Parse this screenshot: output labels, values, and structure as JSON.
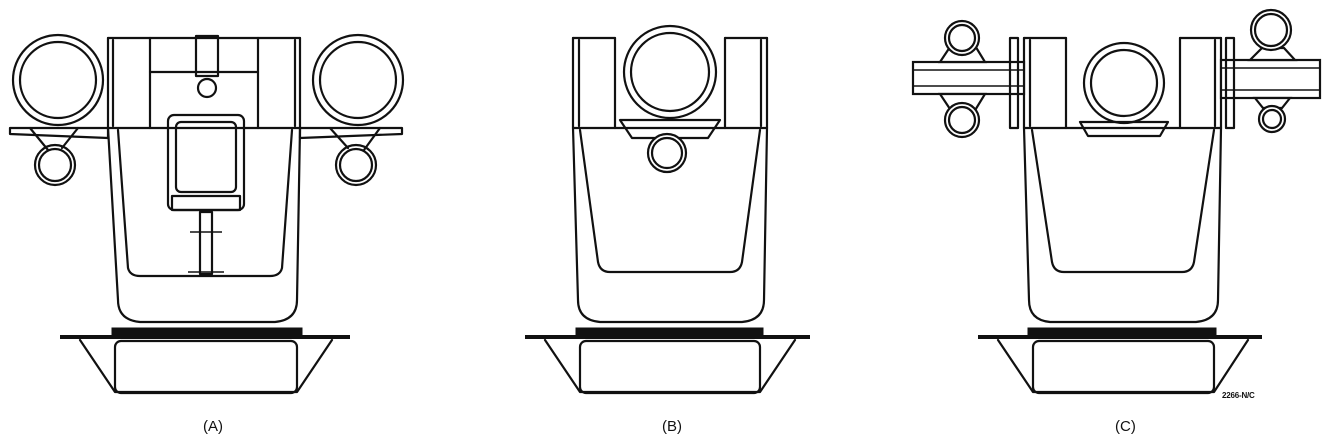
{
  "figure": {
    "panels": [
      {
        "id": "A",
        "label": "(A)"
      },
      {
        "id": "B",
        "label": "(B)"
      },
      {
        "id": "C",
        "label": "(C)"
      }
    ],
    "drawing_number": "2266-N/C"
  }
}
